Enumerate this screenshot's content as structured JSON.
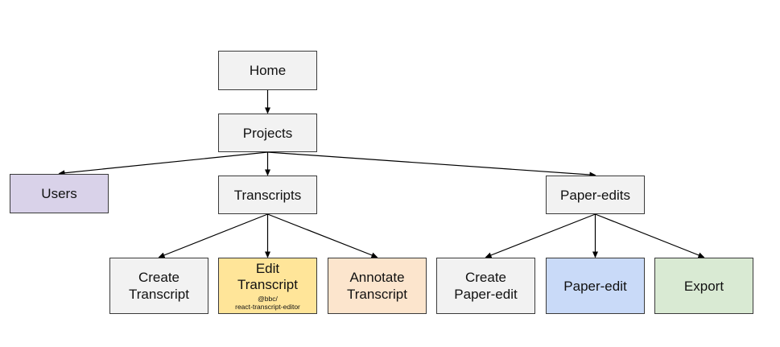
{
  "diagram": {
    "nodes": {
      "home": {
        "label": "Home",
        "color": "#f2f2f2"
      },
      "projects": {
        "label": "Projects",
        "color": "#f2f2f2"
      },
      "users": {
        "label": "Users",
        "color": "#d9d2e9"
      },
      "transcripts": {
        "label": "Transcripts",
        "color": "#f2f2f2"
      },
      "paper_edits": {
        "label": "Paper-edits",
        "color": "#f2f2f2"
      },
      "create_transcript": {
        "line1": "Create",
        "line2": "Transcript",
        "color": "#f2f2f2"
      },
      "edit_transcript": {
        "line1": "Edit",
        "line2": "Transcript",
        "sub1": "@bbc/",
        "sub2": "react-transcript-editor",
        "color": "#ffe599"
      },
      "annotate_transcript": {
        "line1": "Annotate",
        "line2": "Transcript",
        "color": "#fce5cd"
      },
      "create_paper_edit": {
        "line1": "Create",
        "line2": "Paper-edit",
        "color": "#f2f2f2"
      },
      "paper_edit": {
        "label": "Paper-edit",
        "color": "#c9daf8"
      },
      "export": {
        "label": "Export",
        "color": "#d9ead3"
      }
    },
    "edges": [
      [
        "home",
        "projects"
      ],
      [
        "projects",
        "users"
      ],
      [
        "projects",
        "transcripts"
      ],
      [
        "projects",
        "paper_edits"
      ],
      [
        "transcripts",
        "create_transcript"
      ],
      [
        "transcripts",
        "edit_transcript"
      ],
      [
        "transcripts",
        "annotate_transcript"
      ],
      [
        "paper_edits",
        "create_paper_edit"
      ],
      [
        "paper_edits",
        "paper_edit"
      ],
      [
        "paper_edits",
        "export"
      ]
    ],
    "edge_color": "#000000"
  }
}
